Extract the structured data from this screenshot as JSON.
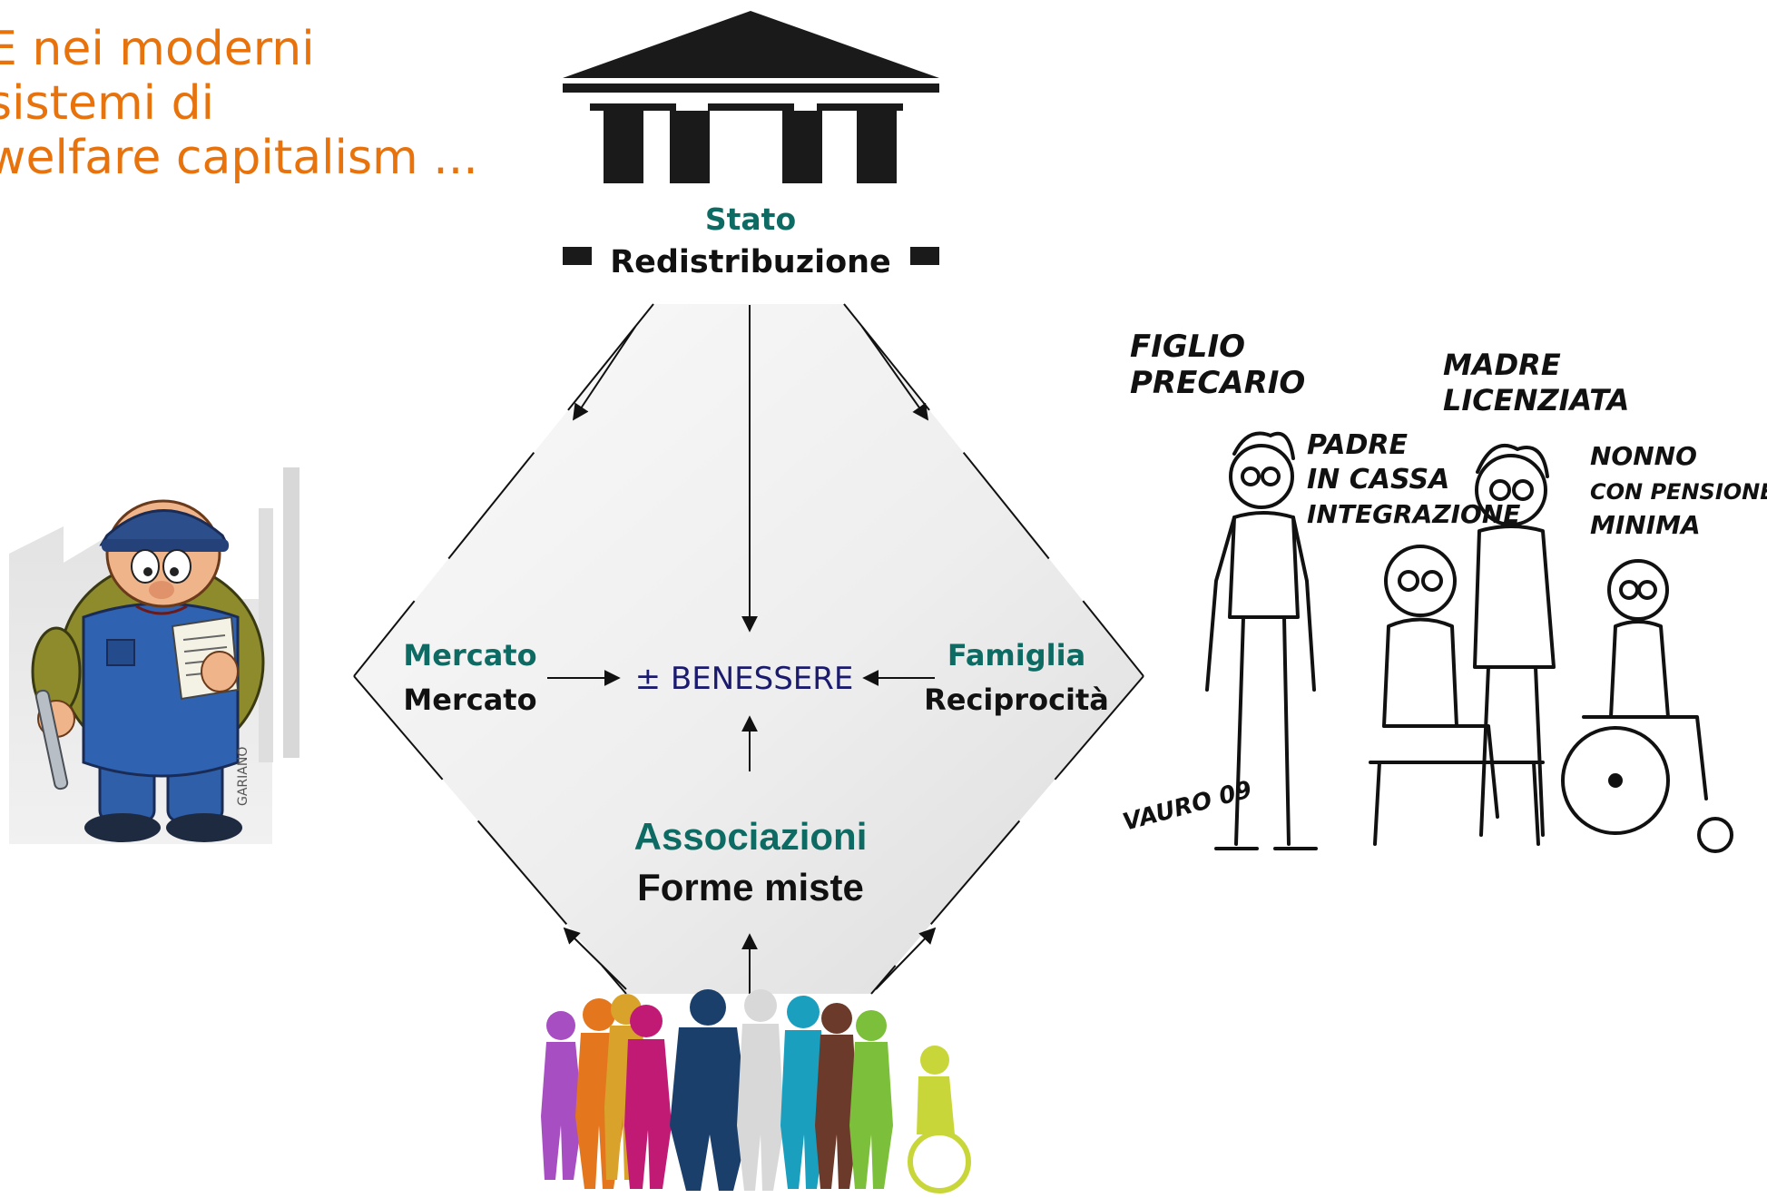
{
  "title": {
    "lines": [
      "E nei moderni",
      "sistemi di",
      "welfare capitalism ..."
    ]
  },
  "nodes": {
    "stato": {
      "name": "Stato",
      "mode": "Redistribuzione"
    },
    "mercato": {
      "name": "Mercato",
      "mode": "Mercato"
    },
    "famiglia": {
      "name": "Famiglia",
      "mode": "Reciprocità"
    },
    "associazioni": {
      "name": "Associazioni",
      "mode": "Forme miste"
    },
    "center": {
      "label": "± BENESSERE"
    }
  },
  "cartoon": {
    "labels": {
      "figlio": [
        "FIGLIO",
        "PRECARIO"
      ],
      "padre": [
        "PADRE",
        "IN CASSA",
        "INTEGRAZIONE"
      ],
      "madre": [
        "MADRE",
        "LICENZIATA"
      ],
      "nonno": [
        "NONNO",
        "CON PENSIONE",
        "MINIMA"
      ]
    },
    "signature": "VAURO 09"
  },
  "worker_signature": "GARIANO",
  "colors": {
    "title": "#e8730c",
    "teal": "#0e6b63",
    "navy": "#1a1a6e",
    "black": "#111111",
    "people": [
      "#a74fc2",
      "#e4771d",
      "#d9a32b",
      "#c01a74",
      "#1b3f6b",
      "#d8d8d8",
      "#1a9fbf",
      "#6b3a2a",
      "#7cbf3a",
      "#c8d63a"
    ]
  },
  "icons": [
    "temple-icon",
    "worker-illustration",
    "family-cartoon",
    "people-silhouettes"
  ]
}
